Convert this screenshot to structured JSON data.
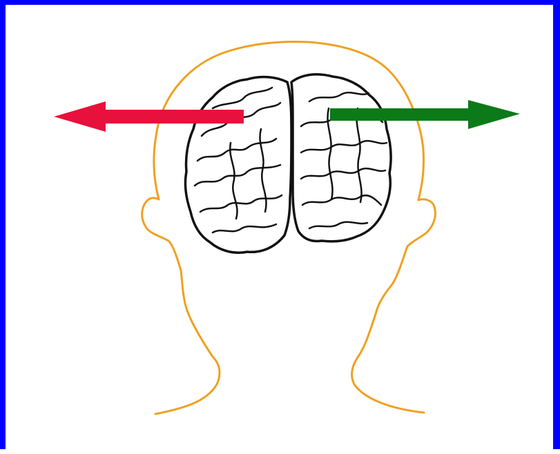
{
  "diagram": {
    "frame_color": "#0000ff",
    "background_color": "#ffffff",
    "head_outline_color": "#f0a020",
    "brain_outline_color": "#111111",
    "arrows": [
      {
        "name": "left-arrow",
        "direction": "left",
        "color": "#e8103c"
      },
      {
        "name": "right-arrow",
        "direction": "right",
        "color": "#0c7a18"
      }
    ]
  }
}
